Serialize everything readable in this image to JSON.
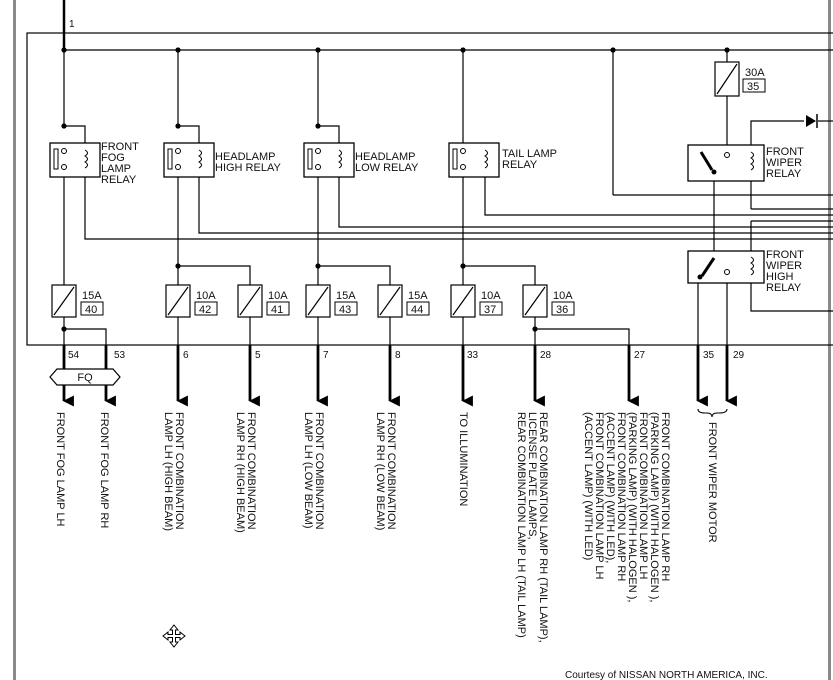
{
  "top_pin": "1",
  "relays": {
    "fog": [
      "FRONT",
      "FOG",
      "LAMP",
      "RELAY"
    ],
    "high": [
      "HEADLAMP",
      "HIGH RELAY"
    ],
    "low": [
      "HEADLAMP",
      "LOW RELAY"
    ],
    "tail": [
      "TAIL LAMP",
      "RELAY"
    ],
    "wiper": [
      "FRONT",
      "WIPER",
      "RELAY"
    ],
    "wiper_high": [
      "FRONT",
      "WIPER",
      "HIGH",
      "RELAY"
    ]
  },
  "fuses": [
    {
      "amp": "15A",
      "num": "40"
    },
    {
      "amp": "10A",
      "num": "42"
    },
    {
      "amp": "10A",
      "num": "41"
    },
    {
      "amp": "15A",
      "num": "43"
    },
    {
      "amp": "15A",
      "num": "44"
    },
    {
      "amp": "10A",
      "num": "37"
    },
    {
      "amp": "10A",
      "num": "36"
    },
    {
      "amp": "30A",
      "num": "35"
    }
  ],
  "pins": [
    "54",
    "53",
    "6",
    "5",
    "7",
    "8",
    "33",
    "28",
    "27",
    "35",
    "29"
  ],
  "connector_tag": "FQ",
  "outputs": [
    [
      "FRONT FOG LAMP LH"
    ],
    [
      "FRONT FOG LAMP RH"
    ],
    [
      "FRONT COMBINATION",
      "LAMP LH (HIGH BEAM)"
    ],
    [
      "FRONT COMBINATION",
      "LAMP RH (HIGH BEAM)"
    ],
    [
      "FRONT COMBINATION",
      "LAMP LH (LOW BEAM)"
    ],
    [
      "FRONT COMBINATION",
      "LAMP RH (LOW BEAM)"
    ],
    [
      "TO ILLUMINATION"
    ],
    [
      "REAR COMBINATION LAMP RH (TAIL LAMP),",
      "LICENSE PLATE LAMPS,",
      "REAR COMBINATION LAMP LH (TAIL LAMP)"
    ],
    [
      "FRONT COMBINATION LAMP RH",
      "(PARKING LAMP) (WITH HALOGEN ),",
      "FRONT COMBINATION LAMP LH",
      "(PARKING LAMP) (WITH HALOGEN ),",
      "FRONT COMBINATION LAMP RH",
      "(ACCENT LAMP) (WITH LED),",
      "FRONT COMBINATION LAMP LH",
      "(ACCENT LAMP) (WITH LED)"
    ],
    [
      "FRONT WIPER MOTOR"
    ]
  ],
  "courtesy": "Courtesy of NISSAN NORTH AMERICA, INC."
}
